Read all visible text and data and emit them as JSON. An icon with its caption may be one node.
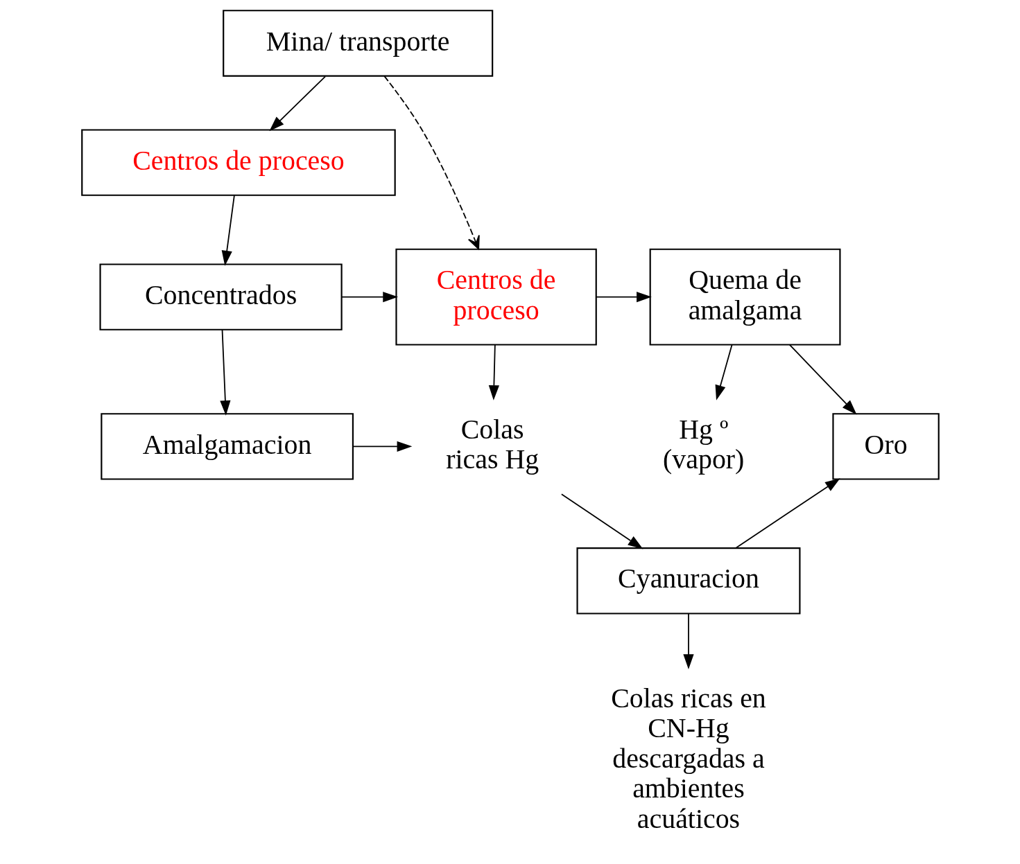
{
  "diagram": {
    "nodes": [
      {
        "text": [
          "Mina/ transporte"
        ]
      },
      {
        "text": [
          "Centros de proceso"
        ]
      },
      {
        "text": [
          "Concentrados"
        ]
      },
      {
        "text": [
          "Amalgamacion"
        ]
      },
      {
        "text": [
          "Centros de proceso"
        ]
      },
      {
        "text": [
          "Quema de amalgama"
        ]
      },
      {
        "text": [
          "Hg º (vapor)"
        ]
      },
      {
        "text": [
          "Oro"
        ]
      },
      {
        "text": [
          "Colas ricas Hg"
        ]
      },
      {
        "text": [
          "Cyanuracion"
        ]
      },
      {
        "text": [
          "Colas ricas en CN-Hg descargadas a ambientes acuáticos"
        ]
      }
    ],
    "edges": [
      {
        "from": 0,
        "to": 1,
        "arrow": "to"
      },
      {
        "from": 1,
        "to": 2,
        "arrow": "to"
      },
      {
        "from": 2,
        "to": 3,
        "arrow": "to"
      },
      {
        "from": 2,
        "to": 4,
        "arrow": "to"
      },
      {
        "from": 0,
        "to": 4,
        "arrow": "to",
        "style": "dashed"
      },
      {
        "from": 4,
        "to": 5,
        "arrow": "to"
      },
      {
        "from": 5,
        "to": 6,
        "arrow": "to"
      },
      {
        "from": 5,
        "to": 7,
        "arrow": "to"
      },
      {
        "from": 4,
        "to": 8,
        "arrow": "to"
      },
      {
        "from": 3,
        "to": 8,
        "arrow": "to"
      },
      {
        "from": 8,
        "to": 9,
        "arrow": "to"
      },
      {
        "from": 9,
        "to": 7,
        "arrow": "to"
      },
      {
        "from": 9,
        "to": 10,
        "arrow": "to"
      }
    ]
  }
}
